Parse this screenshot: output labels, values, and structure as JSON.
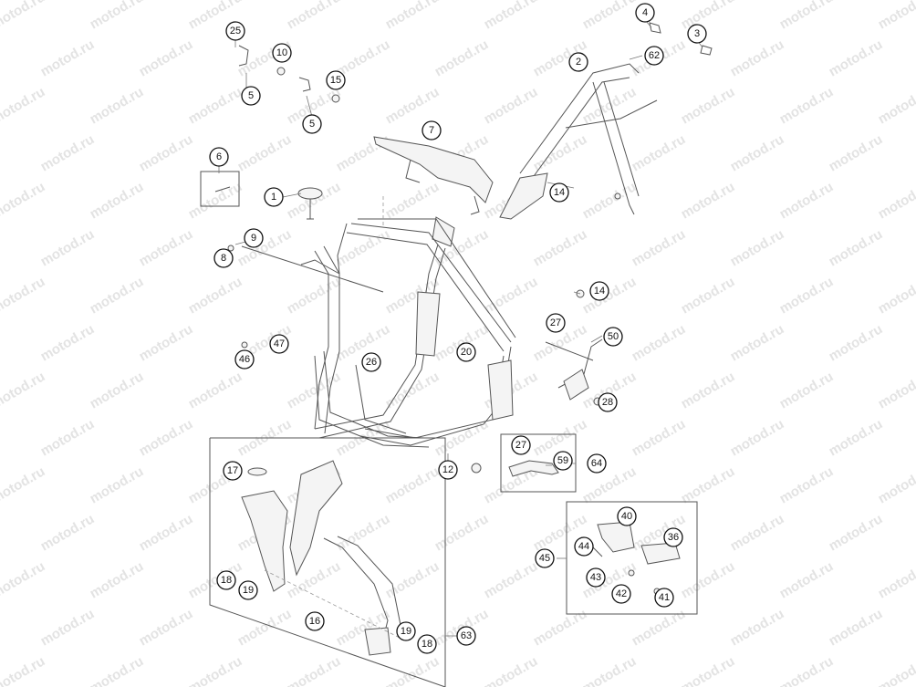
{
  "watermark": {
    "text": "motod.ru"
  },
  "callouts": [
    {
      "id": "c25",
      "label": "25"
    },
    {
      "id": "c10",
      "label": "10"
    },
    {
      "id": "c5a",
      "label": "5"
    },
    {
      "id": "c15",
      "label": "15"
    },
    {
      "id": "c5b",
      "label": "5"
    },
    {
      "id": "c6",
      "label": "6"
    },
    {
      "id": "c1",
      "label": "1"
    },
    {
      "id": "c9",
      "label": "9"
    },
    {
      "id": "c8",
      "label": "8"
    },
    {
      "id": "c7",
      "label": "7"
    },
    {
      "id": "c4",
      "label": "4"
    },
    {
      "id": "c3",
      "label": "3"
    },
    {
      "id": "c2",
      "label": "2"
    },
    {
      "id": "c62",
      "label": "62"
    },
    {
      "id": "c14a",
      "label": "14"
    },
    {
      "id": "c14b",
      "label": "14"
    },
    {
      "id": "c47",
      "label": "47"
    },
    {
      "id": "c46",
      "label": "46"
    },
    {
      "id": "c26",
      "label": "26"
    },
    {
      "id": "c20",
      "label": "20"
    },
    {
      "id": "c27a",
      "label": "27"
    },
    {
      "id": "c50",
      "label": "50"
    },
    {
      "id": "c28",
      "label": "28"
    },
    {
      "id": "c12",
      "label": "12"
    },
    {
      "id": "c27b",
      "label": "27"
    },
    {
      "id": "c59",
      "label": "59"
    },
    {
      "id": "c64",
      "label": "64"
    },
    {
      "id": "c17",
      "label": "17"
    },
    {
      "id": "c40",
      "label": "40"
    },
    {
      "id": "c36",
      "label": "36"
    },
    {
      "id": "c44",
      "label": "44"
    },
    {
      "id": "c45",
      "label": "45"
    },
    {
      "id": "c43",
      "label": "43"
    },
    {
      "id": "c42",
      "label": "42"
    },
    {
      "id": "c41",
      "label": "41"
    },
    {
      "id": "c18a",
      "label": "18"
    },
    {
      "id": "c19a",
      "label": "19"
    },
    {
      "id": "c16",
      "label": "16"
    },
    {
      "id": "c19b",
      "label": "19"
    },
    {
      "id": "c18b",
      "label": "18"
    },
    {
      "id": "c63",
      "label": "63"
    }
  ]
}
